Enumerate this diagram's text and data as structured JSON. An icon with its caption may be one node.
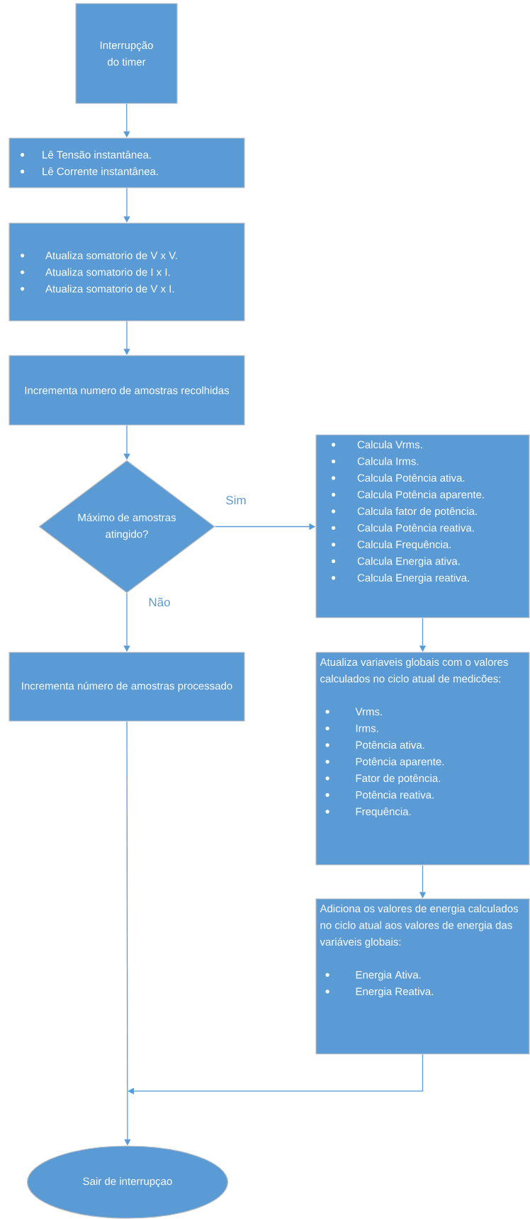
{
  "diagram": {
    "nodes": [
      {
        "text": [
          "Interrupção do timer"
        ]
      },
      {
        "text": [
          "Lê Tensão instantânea.",
          "Lê Corrente instantânea."
        ]
      },
      {
        "text": [
          "Atualiza somatorio de V x V.",
          "Atualiza somatorio de I x I.",
          "Atualiza somatorio de V x I."
        ]
      },
      {
        "text": [
          "Incrementa numero de amostras recolhidas"
        ]
      },
      {
        "text": [
          "Máximo de amostras atingido?"
        ]
      },
      {
        "text": [
          "Calcula Vrms.",
          "Calcula Irms.",
          "Calcula Potência ativa.",
          "Calcula Potência aparente.",
          "Calcula fator de potência.",
          "Calcula Potência reativa.",
          "Calcula Frequência.",
          "Calcula Energia ativa.",
          "Calcula Energia reativa."
        ]
      },
      {
        "text": [
          "Incrementa número de amostras processado"
        ]
      },
      {
        "text": [
          "Atualiza variaveis globais com o valores calculados no ciclo atual de medicões:",
          "Vrms.",
          "Irms.",
          "Potência ativa.",
          "Potência aparente.",
          "Fator de potência.",
          "Potência reativa.",
          "Frequência."
        ]
      },
      {
        "text": [
          "Adiciona os valores de energia calculados no ciclo atual aos valores de energia das variáveis globais:",
          "Energia Ativa.",
          "Energia Reativa."
        ]
      },
      {
        "text": [
          "Sair de interrupçao"
        ]
      }
    ],
    "edges": [
      {
        "from": 0,
        "to": 1,
        "arrow": "to"
      },
      {
        "from": 1,
        "to": 2,
        "arrow": "to"
      },
      {
        "from": 2,
        "to": 3,
        "arrow": "to"
      },
      {
        "from": 3,
        "to": 4,
        "arrow": "to"
      },
      {
        "from": 4,
        "to": 5,
        "arrow": "to",
        "label": "Sim"
      },
      {
        "from": 4,
        "to": 6,
        "arrow": "to",
        "label": "Não"
      },
      {
        "from": 5,
        "to": 7,
        "arrow": "to"
      },
      {
        "from": 7,
        "to": 8,
        "arrow": "to"
      },
      {
        "from": 8,
        "to": 9,
        "arrow": "to"
      },
      {
        "from": 6,
        "to": 9,
        "arrow": "to"
      }
    ]
  }
}
